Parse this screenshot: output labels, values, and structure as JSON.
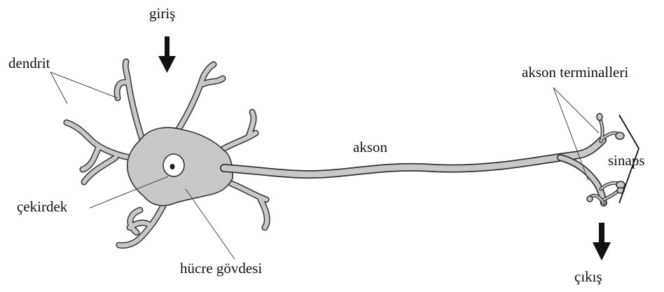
{
  "labels": {
    "input": "giriş",
    "dendrite": "dendrit",
    "axon_terminals": "akson terminalleri",
    "axon": "akson",
    "synapse": "sinaps",
    "nucleus": "çekirdek",
    "cell_body": "hücre gövdesi",
    "output": "çıkış"
  },
  "colors": {
    "cell_fill": "#c8c8c8",
    "outline": "#333333",
    "arrow": "#111111"
  }
}
